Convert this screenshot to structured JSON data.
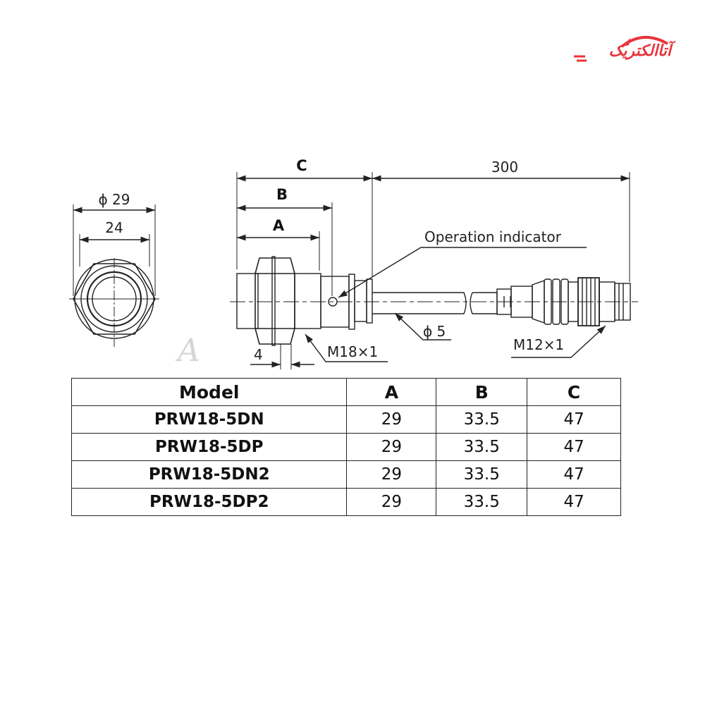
{
  "logo": {
    "text": "آتاالکتریک",
    "color": "#e8343a"
  },
  "watermark": {
    "text": "A"
  },
  "end_view": {
    "outer_diameter_label": "ϕ 29",
    "hex_label": "24"
  },
  "side_view": {
    "dim_c": "C",
    "dim_b": "B",
    "dim_a": "A",
    "dim_cable_length": "300",
    "operation_indicator": "Operation indicator",
    "cable_diameter": "ϕ 5",
    "thread_sensor": "M18×1",
    "thread_connector": "M12×1",
    "nut_thickness": "4"
  },
  "table": {
    "headers": [
      "Model",
      "A",
      "B",
      "C"
    ],
    "rows": [
      [
        "PRW18-5DN",
        "29",
        "33.5",
        "47"
      ],
      [
        "PRW18-5DP",
        "29",
        "33.5",
        "47"
      ],
      [
        "PRW18-5DN2",
        "29",
        "33.5",
        "47"
      ],
      [
        "PRW18-5DP2",
        "29",
        "33.5",
        "47"
      ]
    ]
  }
}
